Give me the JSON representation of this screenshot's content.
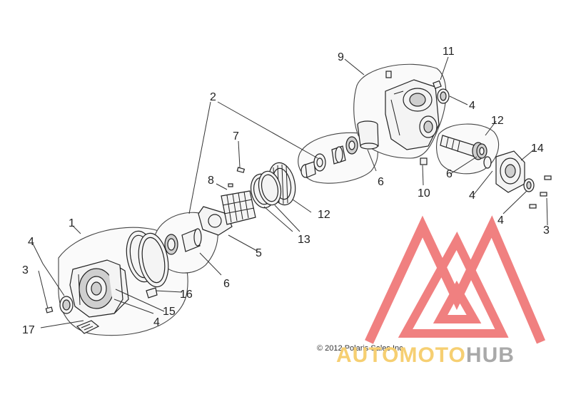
{
  "diagram": {
    "callouts": {
      "c1": "1",
      "c2": "2",
      "c3a": "3",
      "c3b": "3",
      "c4a": "4",
      "c4b": "4",
      "c4c": "4",
      "c4d": "4",
      "c4e": "4",
      "c5": "5",
      "c6a": "6",
      "c6b": "6",
      "c6c": "6",
      "c7": "7",
      "c8": "8",
      "c9": "9",
      "c10": "10",
      "c11": "11",
      "c12a": "12",
      "c12b": "12",
      "c13": "13",
      "c14": "14",
      "c15": "15",
      "c16": "16",
      "c17": "17"
    },
    "copyright": "© 2012 Polaris Sales Inc."
  },
  "watermark": {
    "brand_part1": "AUTOMOTO",
    "brand_part2": "HUB",
    "color_logo": "#ee6a6a",
    "color_part1": "#f6cf72",
    "color_part2": "#a9a9a9"
  }
}
